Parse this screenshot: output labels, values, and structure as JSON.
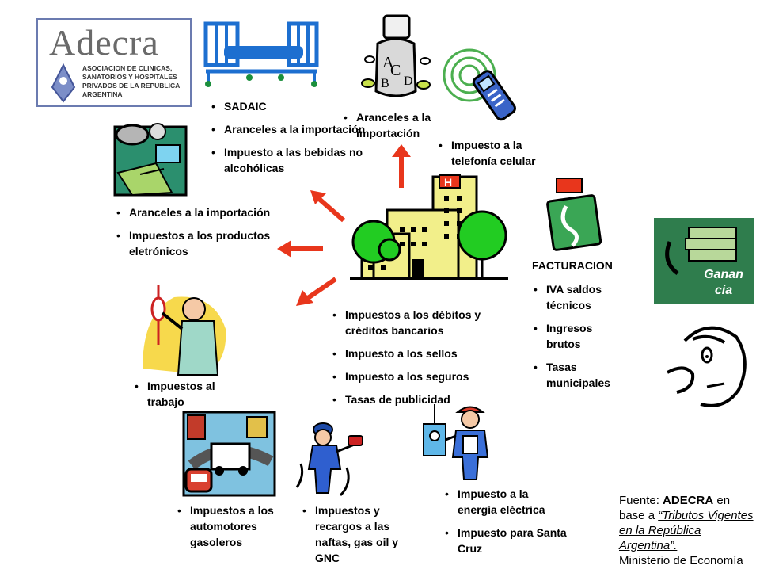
{
  "logo": {
    "name": "Adecra",
    "subtitle": "ASOCIACION DE CLINICAS, SANATORIOS Y HOSPITALES PRIVADOS DE LA REPUBLICA ARGENTINA"
  },
  "groups": {
    "bed": [
      "SADAIC",
      "Aranceles a la importación",
      "Impuesto a las bebidas no alcohólicas"
    ],
    "medicine": [
      "Aranceles a la importación"
    ],
    "phone": [
      "Impuesto a la telefonía celular"
    ],
    "electronics": [
      "Aranceles a la importación",
      "Impuestos a los productos eletrónicos"
    ],
    "hospital": [
      "Impuestos a los débitos y créditos bancarios",
      "Impuesto a los sellos",
      "Impuesto a los seguros",
      "Tasas de publicidad"
    ],
    "labor": [
      "Impuestos al trabajo"
    ],
    "vehicles": [
      "Impuestos a los automotores gasoleros"
    ],
    "fuel": [
      "Impuestos y recargos a las naftas, gas oil y GNC"
    ],
    "energy": [
      "Impuesto a la energía eléctrica",
      "Impuesto para Santa Cruz"
    ],
    "billing": [
      "IVA saldos técnicos",
      "Ingresos brutos",
      "Tasas municipales"
    ]
  },
  "billing_heading": "FACTURACION",
  "ganancia_label": "Ganan cia",
  "source": {
    "prefix": "Fuente: ",
    "org": "ADECRA",
    "middle": " en base a ",
    "doc": "“Tributos Vigentes en la República Argentina”.",
    "ministry": "Ministerio de Economía"
  },
  "colors": {
    "arrow": "#e8361c",
    "tree": "#22cc22",
    "building": "#f2ef8a",
    "ganancia_bg": "#2f7d4d"
  },
  "icons": [
    "adecra-logo",
    "hospital-bed-icon",
    "medicine-bottle-icon",
    "cell-phone-icon",
    "medical-equipment-icon",
    "hospital-building-icon",
    "money-icon",
    "ganancia-icon",
    "thinking-man-icon",
    "nurse-icon",
    "ambulance-icon",
    "gas-pump-worker-icon",
    "electrician-icon"
  ]
}
